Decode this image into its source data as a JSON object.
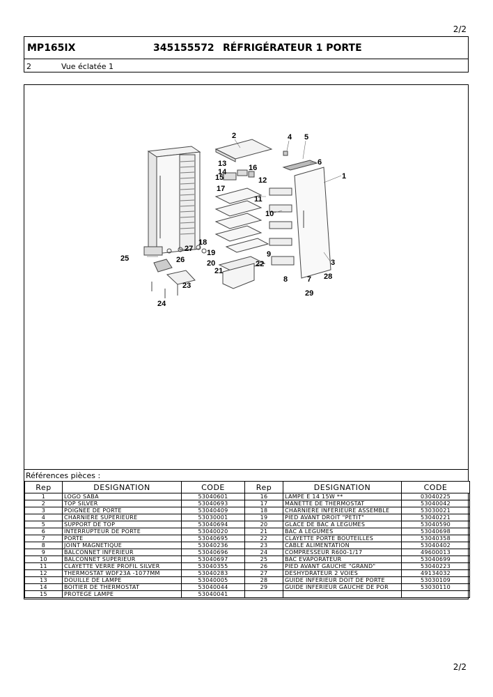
{
  "page": {
    "number": "2/2"
  },
  "header": {
    "model": "MP165IX",
    "part_number": "345155572",
    "title": "RÉFRIGÉRATEUR 1 PORTE",
    "view_number": "2",
    "view_label": "Vue éclatée 1"
  },
  "diagram": {
    "callouts": [
      "1",
      "2",
      "3",
      "4",
      "5",
      "6",
      "7",
      "8",
      "9",
      "10",
      "11",
      "12",
      "13",
      "14",
      "15",
      "16",
      "17",
      "18",
      "19",
      "20",
      "21",
      "22",
      "23",
      "24",
      "25",
      "26",
      "27",
      "28",
      "29"
    ]
  },
  "references": {
    "label": "Références pièces  :",
    "headers": {
      "rep": "Rep",
      "designation": "DESIGNATION",
      "code": "CODE"
    },
    "rows": [
      {
        "left": {
          "rep": "1",
          "designation": "LOGO SABA",
          "code": "53040601"
        },
        "right": {
          "rep": "16",
          "designation": "LAMPE E 14 15W **",
          "code": "03040225"
        }
      },
      {
        "left": {
          "rep": "2",
          "designation": "TOP SILVER",
          "code": "53040693"
        },
        "right": {
          "rep": "17",
          "designation": "MANETTE DE THERMOSTAT",
          "code": "53040042"
        }
      },
      {
        "left": {
          "rep": "3",
          "designation": "POIGNEE DE PORTE",
          "code": "53040409"
        },
        "right": {
          "rep": "18",
          "designation": "CHARNIERE INFERIEURE ASSEMBLE",
          "code": "53030021"
        }
      },
      {
        "left": {
          "rep": "4",
          "designation": "CHARNIERE SUPERIEURE",
          "code": "53030001"
        },
        "right": {
          "rep": "19",
          "designation": "PIED AVANT DROIT \"PETIT\"",
          "code": "53040221"
        }
      },
      {
        "left": {
          "rep": "5",
          "designation": "SUPPORT DE TOP",
          "code": "53040694"
        },
        "right": {
          "rep": "20",
          "designation": "GLACE DE BAC A LEGUMES",
          "code": "53040590"
        }
      },
      {
        "left": {
          "rep": "6",
          "designation": "INTERRUPTEUR DE PORTE",
          "code": "53040020"
        },
        "right": {
          "rep": "21",
          "designation": "BAC A LEGUMES",
          "code": "53040698"
        }
      },
      {
        "left": {
          "rep": "7",
          "designation": "PORTE",
          "code": "53040695"
        },
        "right": {
          "rep": "22",
          "designation": "CLAYETTE PORTE BOUTEILLES",
          "code": "53040358"
        }
      },
      {
        "left": {
          "rep": "8",
          "designation": "JOINT MAGNETIQUE",
          "code": "53040236"
        },
        "right": {
          "rep": "23",
          "designation": "CABLE ALIMENTATION",
          "code": "53040402"
        }
      },
      {
        "left": {
          "rep": "9",
          "designation": "BALCONNET INFERIEUR",
          "code": "53040696"
        },
        "right": {
          "rep": "24",
          "designation": "COMPRESSEUR R600-1/17",
          "code": "49600013"
        }
      },
      {
        "left": {
          "rep": "10",
          "designation": "BALCONNET SUPERIEUR",
          "code": "53040697"
        },
        "right": {
          "rep": "25",
          "designation": "BAC EVAPORATEUR",
          "code": "53040699"
        }
      },
      {
        "left": {
          "rep": "11",
          "designation": "CLAYETTE VERRE PROFIL SILVER",
          "code": "53040355"
        },
        "right": {
          "rep": "26",
          "designation": "PIED AVANT GAUCHE \"GRAND\"",
          "code": "53040223"
        }
      },
      {
        "left": {
          "rep": "12",
          "designation": "THERMOSTAT WDF23A -1077MM",
          "code": "53040283"
        },
        "right": {
          "rep": "27",
          "designation": "DESHYDRATEUR 2 VOIES",
          "code": "49134032"
        }
      },
      {
        "left": {
          "rep": "13",
          "designation": "DOUILLE DE LAMPE",
          "code": "53040005"
        },
        "right": {
          "rep": "28",
          "designation": "GUIDE INFERIEUR DOIT DE PORTE",
          "code": "53030109"
        }
      },
      {
        "left": {
          "rep": "14",
          "designation": "BOITIER DE THERMOSTAT",
          "code": "53040044"
        },
        "right": {
          "rep": "29",
          "designation": "GUIDE INFERIEUR GAUCHE DE POR",
          "code": "53030110"
        }
      },
      {
        "left": {
          "rep": "15",
          "designation": "PROTEGE LAMPE",
          "code": "53040041"
        },
        "right": {
          "rep": "",
          "designation": "",
          "code": ""
        }
      }
    ]
  }
}
